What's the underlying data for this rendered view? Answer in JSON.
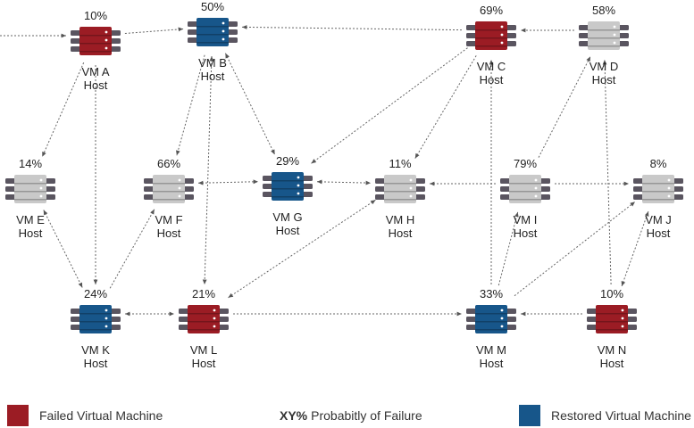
{
  "colors": {
    "failed": "#9b1c24",
    "restored": "#17568a",
    "normal": "#c9c9c9",
    "rail": "#5a5560",
    "edge": "#666666"
  },
  "nodes": [
    {
      "id": "A",
      "pct": "10%",
      "name": "VM A",
      "host": "Host",
      "state": "failed"
    },
    {
      "id": "B",
      "pct": "50%",
      "name": "VM B",
      "host": "Host",
      "state": "restored"
    },
    {
      "id": "C",
      "pct": "69%",
      "name": "VM C",
      "host": "Host",
      "state": "failed"
    },
    {
      "id": "D",
      "pct": "58%",
      "name": "VM D",
      "host": "Host",
      "state": "normal"
    },
    {
      "id": "E",
      "pct": "14%",
      "name": "VM E",
      "host": "Host",
      "state": "normal"
    },
    {
      "id": "F",
      "pct": "66%",
      "name": "VM F",
      "host": "Host",
      "state": "normal"
    },
    {
      "id": "G",
      "pct": "29%",
      "name": "VM G",
      "host": "Host",
      "state": "restored"
    },
    {
      "id": "H",
      "pct": "11%",
      "name": "VM H",
      "host": "Host",
      "state": "normal"
    },
    {
      "id": "I",
      "pct": "79%",
      "name": "VM I",
      "host": "Host",
      "state": "normal"
    },
    {
      "id": "J",
      "pct": "8%",
      "name": "VM J",
      "host": "Host",
      "state": "normal"
    },
    {
      "id": "K",
      "pct": "24%",
      "name": "VM K",
      "host": "Host",
      "state": "restored"
    },
    {
      "id": "L",
      "pct": "21%",
      "name": "VM L",
      "host": "Host",
      "state": "failed"
    },
    {
      "id": "M",
      "pct": "33%",
      "name": "VM M",
      "host": "Host",
      "state": "restored"
    },
    {
      "id": "N",
      "pct": "10%",
      "name": "VM N",
      "host": "Host",
      "state": "failed"
    }
  ],
  "edges": [
    {
      "from": "EDGE",
      "to": "A",
      "dir": "end"
    },
    {
      "from": "A",
      "to": "B",
      "dir": "end"
    },
    {
      "from": "C",
      "to": "B",
      "dir": "end"
    },
    {
      "from": "D",
      "to": "C",
      "dir": "end"
    },
    {
      "from": "A",
      "to": "E",
      "dir": "end"
    },
    {
      "from": "A",
      "to": "K",
      "dir": "end"
    },
    {
      "from": "B",
      "to": "F",
      "dir": "end"
    },
    {
      "from": "B",
      "to": "G",
      "dir": "both"
    },
    {
      "from": "B",
      "to": "L",
      "dir": "both"
    },
    {
      "from": "C",
      "to": "G",
      "dir": "end"
    },
    {
      "from": "C",
      "to": "H",
      "dir": "end"
    },
    {
      "from": "F",
      "to": "G",
      "dir": "both"
    },
    {
      "from": "G",
      "to": "H",
      "dir": "both"
    },
    {
      "from": "I",
      "to": "H",
      "dir": "end"
    },
    {
      "from": "I",
      "to": "J",
      "dir": "end"
    },
    {
      "from": "I",
      "to": "D",
      "dir": "end"
    },
    {
      "from": "E",
      "to": "K",
      "dir": "both"
    },
    {
      "from": "K",
      "to": "F",
      "dir": "end"
    },
    {
      "from": "K",
      "to": "L",
      "dir": "both"
    },
    {
      "from": "L",
      "to": "H",
      "dir": "both"
    },
    {
      "from": "L",
      "to": "M",
      "dir": "end"
    },
    {
      "from": "M",
      "to": "C",
      "dir": "end"
    },
    {
      "from": "M",
      "to": "I",
      "dir": "end"
    },
    {
      "from": "M",
      "to": "J",
      "dir": "end"
    },
    {
      "from": "N",
      "to": "M",
      "dir": "end"
    },
    {
      "from": "N",
      "to": "D",
      "dir": "end"
    },
    {
      "from": "N",
      "to": "J",
      "dir": "both"
    }
  ],
  "legend": {
    "failed_label": "Failed Virtual Machine",
    "key": "XY%",
    "probability_label": "Probabitly of Failure",
    "restored_label": "Restored Virtual Machine"
  }
}
